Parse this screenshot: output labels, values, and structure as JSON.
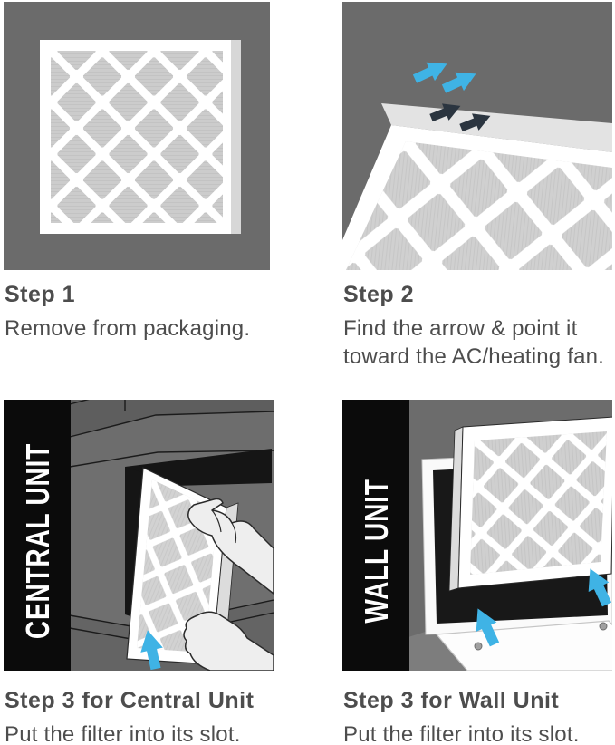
{
  "colors": {
    "panel_background": "#6b6b6b",
    "black_bar": "#0b0b0b",
    "caption_text": "#4d4d4d",
    "blue_arrow": "#3fb3e5",
    "dark_arrow": "#2b3540",
    "filter_frame": "#ffffff",
    "filter_cell": "#cccccc",
    "slot_dark": "#161616",
    "hand": "#eeeeee"
  },
  "steps": [
    {
      "id": "step-1",
      "heading": "Step 1",
      "body_lines": [
        "Remove from packaging."
      ]
    },
    {
      "id": "step-2",
      "heading": "Step 2",
      "body_lines": [
        "Find the arrow & point it",
        "toward the AC/heating fan."
      ]
    },
    {
      "id": "step-3-central",
      "label": "CENTRAL UNIT",
      "heading": "Step 3 for Central Unit",
      "body_lines": [
        "Put the filter into its slot."
      ]
    },
    {
      "id": "step-3-wall",
      "label": "WALL UNIT",
      "heading": "Step 3 for Wall Unit",
      "body_lines": [
        "Put the filter into its slot."
      ]
    }
  ]
}
